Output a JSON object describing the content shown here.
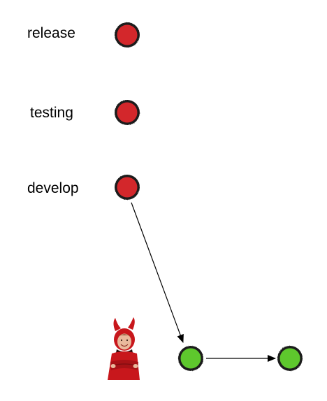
{
  "branches": [
    {
      "label": "release"
    },
    {
      "label": "testing"
    },
    {
      "label": "develop"
    }
  ],
  "node_colors": {
    "branch_node": "#d3272b",
    "commit_node": "#5ec82d",
    "node_border": "#1a1a1a"
  },
  "figure": {
    "icon": "devil-costume-child-figure"
  }
}
